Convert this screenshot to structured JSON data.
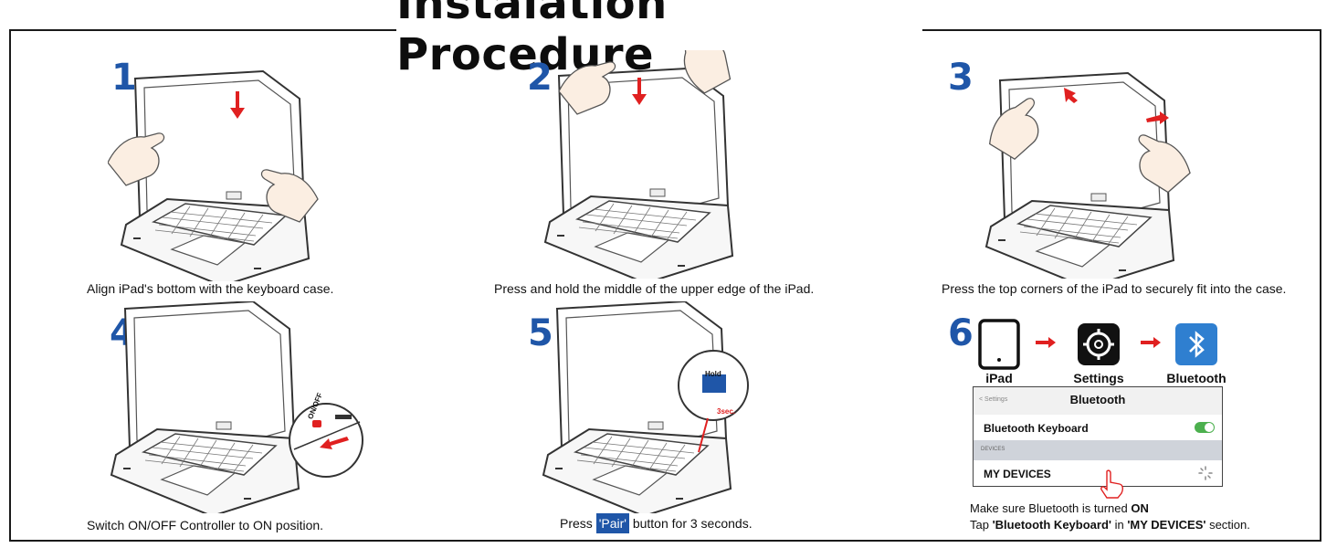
{
  "title": "Instalation Procedure",
  "steps": [
    {
      "number": "1",
      "caption": "Align iPad's bottom with the keyboard case."
    },
    {
      "number": "2",
      "caption": "Press and hold the middle of the upper edge of the iPad."
    },
    {
      "number": "3",
      "caption": "Press the top corners of the iPad to securely fit into the case."
    },
    {
      "number": "4",
      "caption": "Switch ON/OFF Controller to ON position.",
      "switch_label": "ON/OFF"
    },
    {
      "number": "5",
      "caption_before": "Press ",
      "caption_badge": "'Pair'",
      "caption_after": " button for 3 seconds.",
      "hold_label": "Hold",
      "sec_label": "3sec."
    },
    {
      "number": "6"
    }
  ],
  "apps": [
    {
      "label": "iPad",
      "icon": "tablet-icon"
    },
    {
      "label": "Settings",
      "icon": "gear-icon"
    },
    {
      "label": "Bluetooth",
      "icon": "bluetooth-icon"
    }
  ],
  "bluetooth_panel": {
    "back": "< Settings",
    "title": "Bluetooth",
    "row1": "Bluetooth Keyboard",
    "section": "DEVICES",
    "row2": "MY DEVICES"
  },
  "note": {
    "line1_prefix": "Make sure Bluetooth is turned ",
    "line1_bold": "ON",
    "line2_prefix": "Tap ",
    "line2_bold1": "'Bluetooth Keyboard'",
    "line2_mid": " in ",
    "line2_bold2": "'MY DEVICES'",
    "line2_suffix": " section."
  },
  "colors": {
    "accent_blue": "#1f56a8",
    "arrow_red": "#e02020",
    "toggle_green": "#4cb04e",
    "bluetooth_blue": "#2f7fd0"
  }
}
